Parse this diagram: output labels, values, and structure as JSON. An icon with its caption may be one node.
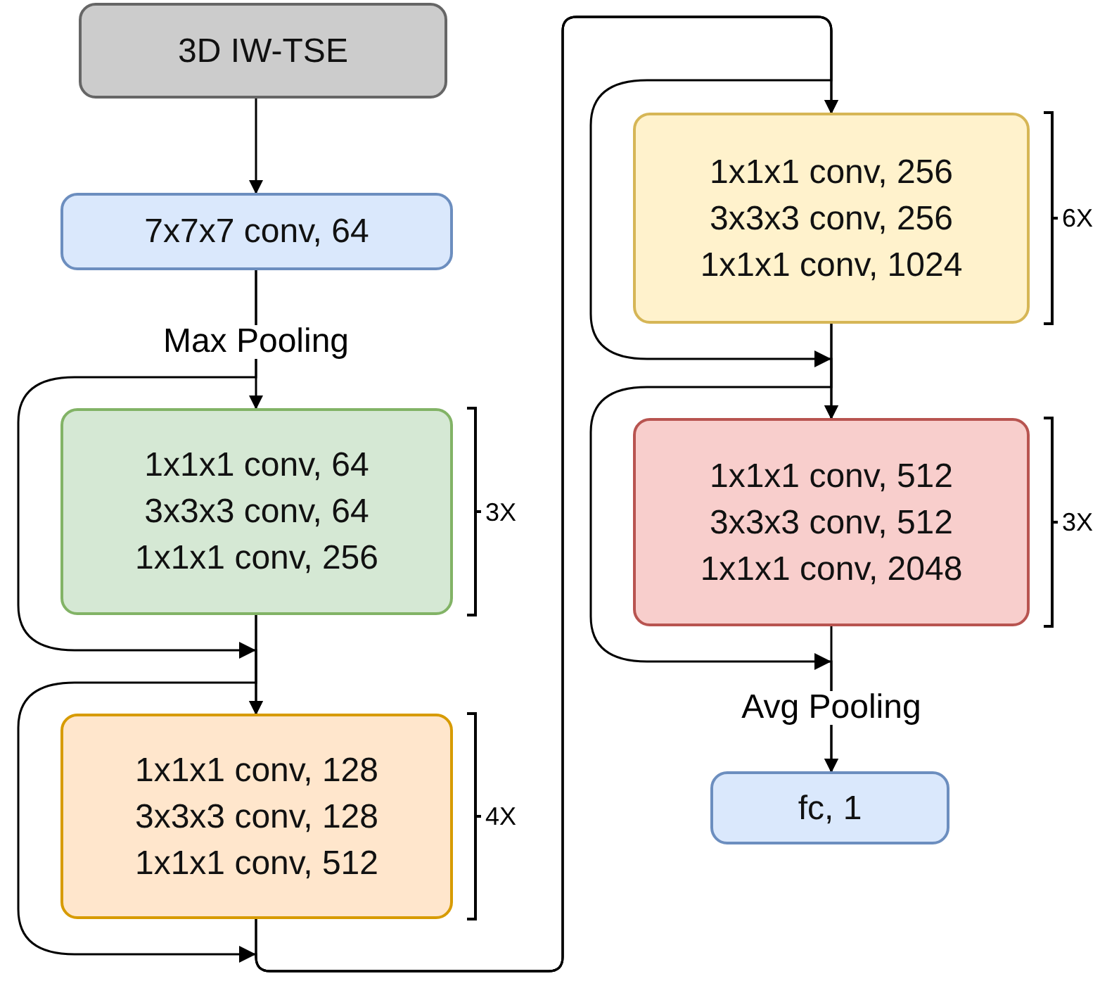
{
  "diagram": {
    "nodes": [
      {
        "text": [
          "3D IW-TSE"
        ]
      },
      {
        "text": [
          "7x7x7 conv, 64"
        ]
      },
      {
        "text": [
          "1x1x1 conv, 64",
          "3x3x3 conv, 64",
          "1x1x1 conv, 256"
        ],
        "beside": [
          "3X"
        ]
      },
      {
        "text": [
          "1x1x1 conv, 128",
          "3x3x3 conv, 128",
          "1x1x1 conv, 512"
        ],
        "beside": [
          "4X"
        ]
      },
      {
        "text": [
          "1x1x1 conv, 256",
          "3x3x3 conv, 256",
          "1x1x1 conv, 1024"
        ],
        "beside": [
          "6X"
        ]
      },
      {
        "text": [
          "1x1x1 conv, 512",
          "3x3x3 conv, 512",
          "1x1x1 conv, 2048"
        ],
        "beside": [
          "3X"
        ]
      },
      {
        "text": [
          "fc, 1"
        ]
      }
    ],
    "edges": [
      {
        "from": 0,
        "to": 1,
        "arrow": "to"
      },
      {
        "from": 1,
        "to": 2,
        "arrow": "to",
        "label": "Max Pooling"
      },
      {
        "from": 1,
        "to": 3,
        "arrow": "to"
      },
      {
        "from": 2,
        "to": 3,
        "arrow": "to"
      },
      {
        "from": 2,
        "to": 4,
        "arrow": "to"
      },
      {
        "from": 3,
        "to": 4,
        "arrow": "to"
      },
      {
        "from": 3,
        "to": 5,
        "arrow": "to"
      },
      {
        "from": 4,
        "to": 5,
        "arrow": "to"
      },
      {
        "from": 4,
        "to": 6,
        "arrow": "to"
      },
      {
        "from": 5,
        "to": 6,
        "arrow": "to",
        "label": "Avg Pooling"
      }
    ]
  }
}
